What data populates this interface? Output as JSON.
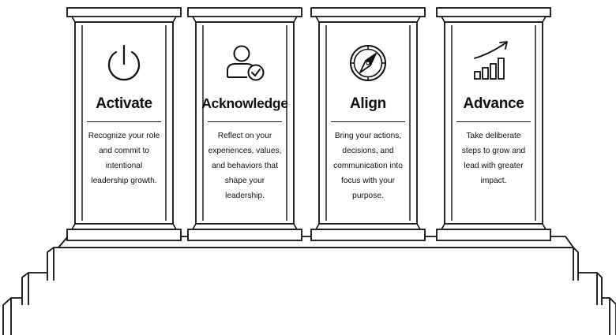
{
  "pillars": [
    {
      "title": "Activate",
      "icon": "power-icon",
      "lines": [
        "Recognize your role",
        "and commit to",
        "intentional",
        "leadership growth."
      ]
    },
    {
      "title": "Acknowledge",
      "icon": "user-check-icon",
      "lines": [
        "Reflect on your",
        "experiences, values,",
        "and behaviors that",
        "shape your",
        "leadership."
      ]
    },
    {
      "title": "Align",
      "icon": "compass-icon",
      "lines": [
        "Bring your actions,",
        "decisions, and",
        "communication into",
        "focus with your",
        "purpose."
      ]
    },
    {
      "title": "Advance",
      "icon": "growth-chart-icon",
      "lines": [
        "Take deliberate",
        "steps to grow and",
        "lead with greater",
        "impact."
      ]
    }
  ]
}
